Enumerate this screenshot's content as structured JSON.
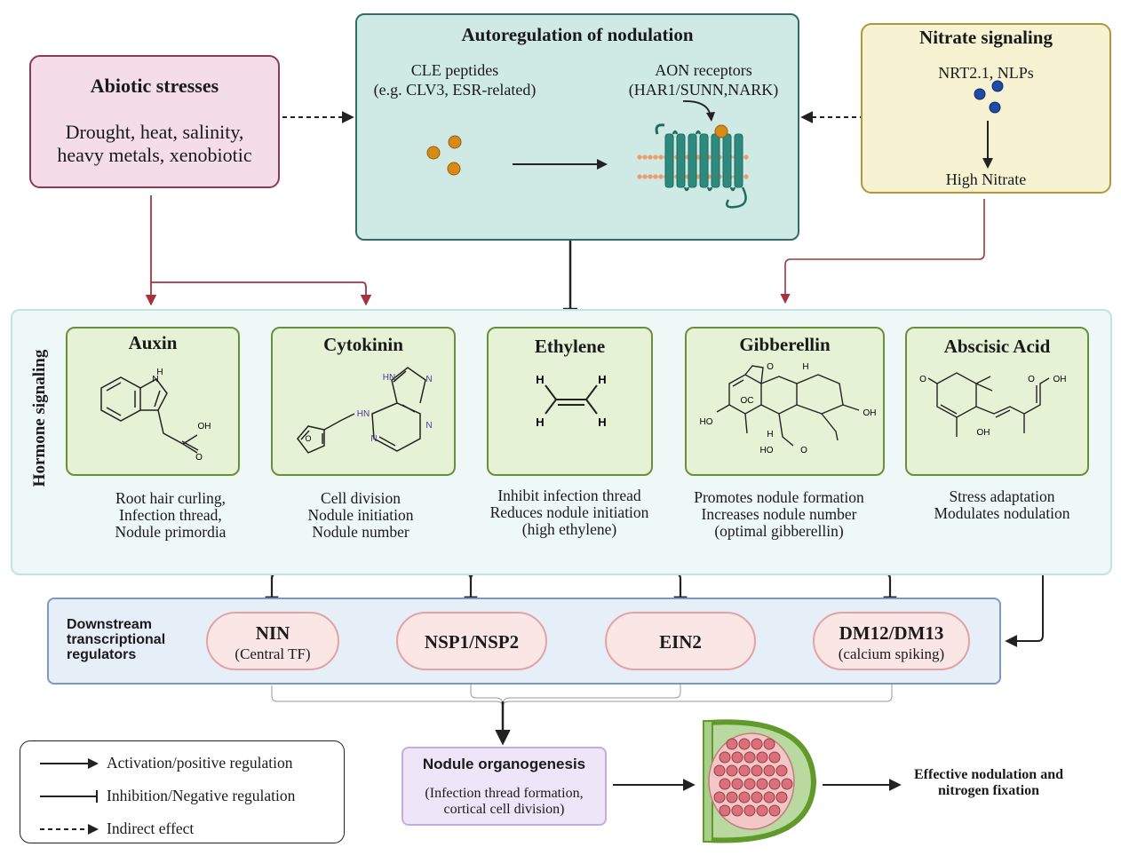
{
  "abiotic": {
    "title": "Abiotic stresses",
    "line1": "Drought, heat, salinity,",
    "line2": "heavy metals, xenobiotic"
  },
  "aon": {
    "title": "Autoregulation of nodulation",
    "cle_line1": "CLE peptides",
    "cle_line2": "(e.g. CLV3, ESR-related)",
    "receptor_line1": "AON receptors",
    "receptor_line2": "(HAR1/SUNN,NARK)"
  },
  "nitrate": {
    "title": "Nitrate signaling",
    "genes": "NRT2.1, NLPs",
    "high": "High Nitrate"
  },
  "hormone_panel": {
    "side_label": "Hormone signaling",
    "hormones": [
      {
        "name": "Auxin",
        "d1": "Root hair curling,",
        "d2": "Infection thread,",
        "d3": "Nodule primordia"
      },
      {
        "name": "Cytokinin",
        "d1": "Cell division",
        "d2": "Nodule initiation",
        "d3": "Nodule number"
      },
      {
        "name": "Ethylene",
        "d1": "Inhibit infection thread",
        "d2": "Reduces nodule initiation",
        "d3": "(high ethylene)"
      },
      {
        "name": "Gibberellin",
        "d1": "Promotes nodule formation",
        "d2": "Increases nodule number",
        "d3": "(optimal gibberellin)"
      },
      {
        "name": "Abscisic Acid",
        "d1": "Stress adaptation",
        "d2": "Modulates nodulation",
        "d3": ""
      }
    ]
  },
  "structures": {
    "auxin": {
      "nh_h": "H",
      "nh_n": "N",
      "oh": "OH",
      "o": "O"
    },
    "cytokinin": {
      "o": "O",
      "hn_link": "HN",
      "hn_ring": "HN",
      "n1": "N",
      "n2": "N",
      "n3": "N"
    },
    "ethylene": {
      "h": "H"
    },
    "gibberellin": {
      "oh": "OH",
      "ho": "HO",
      "h": "H",
      "oc": "OC",
      "o": "O"
    },
    "aba": {
      "o": "O",
      "oh": "OH"
    }
  },
  "downstream": {
    "label_line1": "Downstream",
    "label_line2": "transcriptional",
    "label_line3": "regulators",
    "regulators": [
      {
        "title": "NIN",
        "sub": "(Central TF)"
      },
      {
        "title": "NSP1/NSP2",
        "sub": ""
      },
      {
        "title": "EIN2",
        "sub": ""
      },
      {
        "title": "DM12/DM13",
        "sub": "(calcium spiking)"
      }
    ]
  },
  "organogenesis": {
    "title": "Nodule organogenesis",
    "line1": "(Infection thread formation,",
    "line2": "cortical cell division)"
  },
  "outcome": {
    "line1": "Effective nodulation and",
    "line2": "nitrogen fixation"
  },
  "legend": {
    "items": [
      {
        "label": "Activation/positive regulation"
      },
      {
        "label": "Inhibition/Negative regulation"
      },
      {
        "label": "Indirect effect"
      }
    ]
  },
  "colors": {
    "red_arrow": "#a5333f",
    "black_arrow": "#222222",
    "peptide": "#d88a17",
    "nitrate_ion": "#1f4aa8",
    "receptor": "#2e8a7c",
    "membrane": "#e99f6f"
  }
}
